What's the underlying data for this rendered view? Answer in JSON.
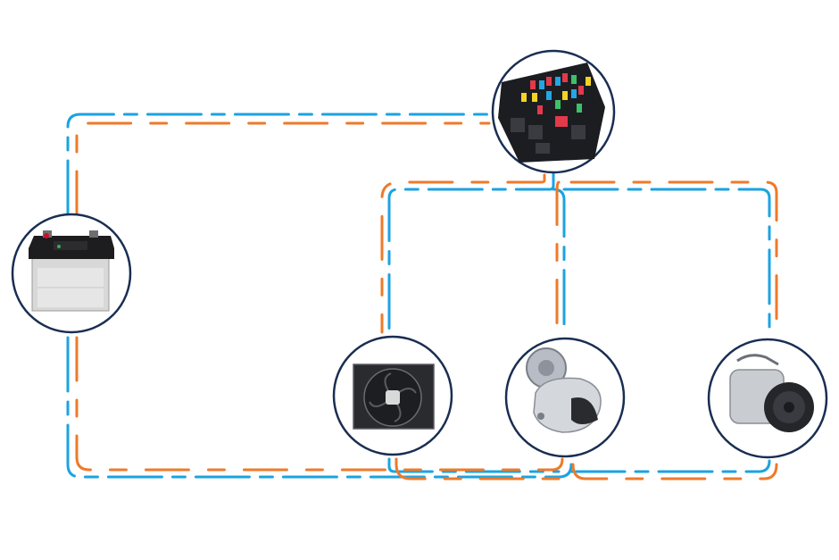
{
  "colors": {
    "background": "#ffffff",
    "wire_blue": "#1ba3e0",
    "wire_orange": "#ee7a2a",
    "node_ring": "#1a2e52"
  },
  "wires": [
    {
      "name": "blue-wire",
      "color": "blue"
    },
    {
      "name": "orange-wire",
      "color": "orange"
    }
  ],
  "nodes": [
    {
      "name": "battery-node",
      "icon": "car-battery-icon"
    },
    {
      "name": "fuse-box-node",
      "icon": "fuse-box-icon"
    },
    {
      "name": "radiator-fan-node",
      "icon": "radiator-fan-icon"
    },
    {
      "name": "water-pump-node",
      "icon": "water-pump-icon"
    },
    {
      "name": "ac-compressor-node",
      "icon": "ac-compressor-icon"
    }
  ]
}
